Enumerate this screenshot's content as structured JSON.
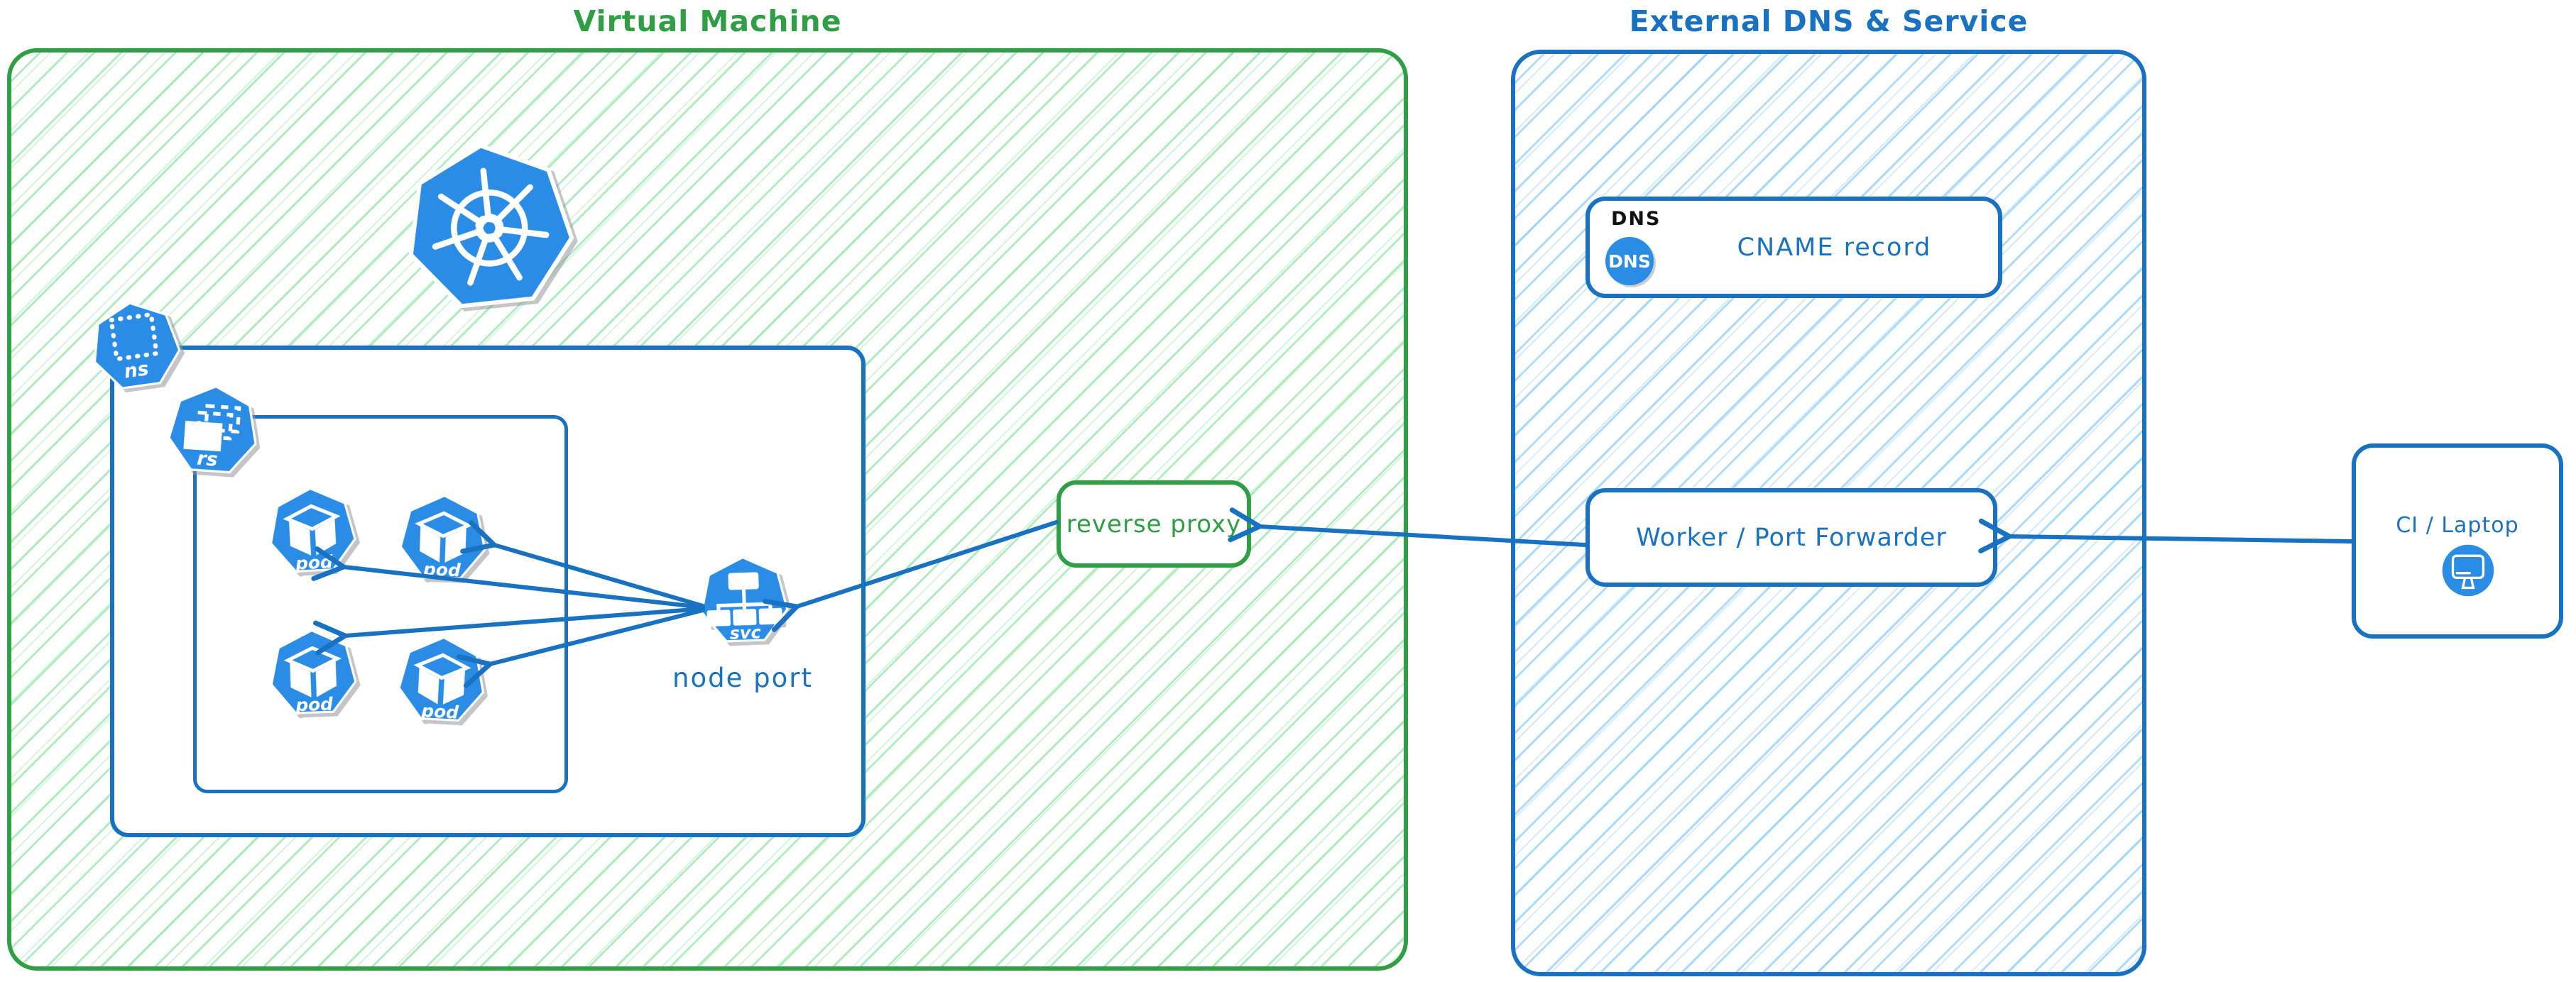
{
  "diagram": {
    "vm_group": {
      "title": "Virtual Machine"
    },
    "ext_group": {
      "title": "External DNS & Service"
    },
    "nodes": {
      "reverse_proxy": {
        "label": "reverse proxy"
      },
      "node_port": {
        "label": "node port"
      },
      "dns": {
        "header": "DNS",
        "badge": "DNS",
        "label": "CNAME record"
      },
      "worker": {
        "label": "Worker / Port Forwarder"
      },
      "ci": {
        "label": "CI / Laptop"
      }
    },
    "icons": {
      "namespace": "ns",
      "replicaset": "rs",
      "pod": "pod",
      "service": "svc"
    },
    "colors": {
      "green_stroke": "#2f9e44",
      "green_hatch": "#86e29e",
      "blue_stroke": "#1971c2",
      "blue_hatch": "#78c3f5",
      "icon_blue": "#2a8ce4",
      "dns_header_text": "#111111",
      "background": "#ffffff"
    }
  }
}
